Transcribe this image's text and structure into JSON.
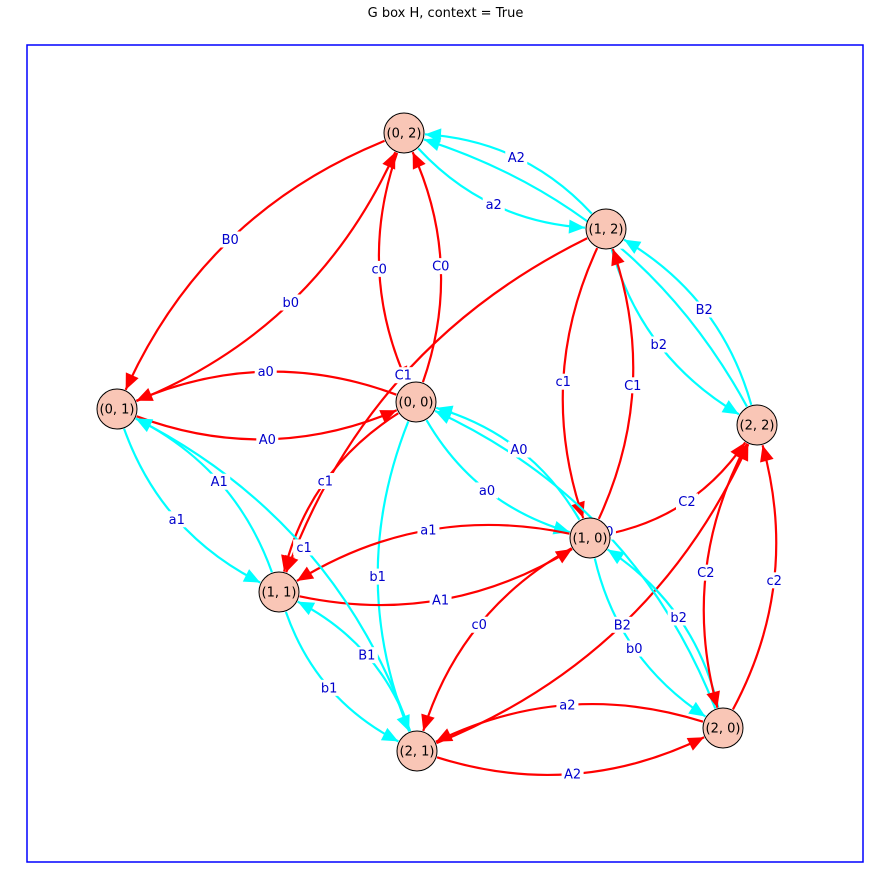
{
  "title": "G box H, context = True",
  "colors": {
    "red": "#ff0000",
    "cyan": "#00ffff",
    "node_fill": "#f9c6b6",
    "frame": "#0000ff",
    "label": "#0000cc"
  },
  "nodes": [
    {
      "id": "n00",
      "label": "(0, 0)"
    },
    {
      "id": "n01",
      "label": "(0, 1)"
    },
    {
      "id": "n02",
      "label": "(0, 2)"
    },
    {
      "id": "n10",
      "label": "(1, 0)"
    },
    {
      "id": "n11",
      "label": "(1, 1)"
    },
    {
      "id": "n12",
      "label": "(1, 2)"
    },
    {
      "id": "n20",
      "label": "(2, 0)"
    },
    {
      "id": "n21",
      "label": "(2, 1)"
    },
    {
      "id": "n22",
      "label": "(2, 2)"
    }
  ],
  "edges": [
    {
      "from": "n01",
      "to": "n00",
      "label": "A0",
      "color": "red"
    },
    {
      "from": "n00",
      "to": "n01",
      "label": "a0",
      "color": "red"
    },
    {
      "from": "n02",
      "to": "n01",
      "label": "B0",
      "color": "red"
    },
    {
      "from": "n01",
      "to": "n02",
      "label": "b0",
      "color": "red"
    },
    {
      "from": "n02",
      "to": "n00",
      "label": "c0",
      "color": "red"
    },
    {
      "from": "n00",
      "to": "n02",
      "label": "C0",
      "color": "red"
    },
    {
      "from": "n02",
      "to": "n12",
      "label": "a2",
      "color": "cyan"
    },
    {
      "from": "n12",
      "to": "n02",
      "label": "A2",
      "color": "cyan"
    },
    {
      "from": "n22",
      "to": "n02",
      "label": "c2",
      "color": "cyan"
    },
    {
      "from": "n12",
      "to": "n22",
      "label": "b2",
      "color": "cyan"
    },
    {
      "from": "n22",
      "to": "n12",
      "label": "B2",
      "color": "cyan"
    },
    {
      "from": "n12",
      "to": "n10",
      "label": "c1",
      "color": "red"
    },
    {
      "from": "n10",
      "to": "n12",
      "label": "C1",
      "color": "red"
    },
    {
      "from": "n00",
      "to": "n10",
      "label": "a0",
      "color": "cyan"
    },
    {
      "from": "n10",
      "to": "n00",
      "label": "A0",
      "color": "cyan"
    },
    {
      "from": "n00",
      "to": "n21",
      "label": "b1",
      "color": "cyan"
    },
    {
      "from": "n11",
      "to": "n10",
      "label": "A1",
      "color": "red"
    },
    {
      "from": "n10",
      "to": "n11",
      "label": "a1",
      "color": "red"
    },
    {
      "from": "n12",
      "to": "n11",
      "label": "C1",
      "color": "red"
    },
    {
      "from": "n00",
      "to": "n11",
      "label": "c1",
      "color": "red"
    },
    {
      "from": "n01",
      "to": "n11",
      "label": "a1",
      "color": "cyan"
    },
    {
      "from": "n11",
      "to": "n01",
      "label": "A1",
      "color": "cyan"
    },
    {
      "from": "n21",
      "to": "n01",
      "label": "c1",
      "color": "cyan"
    },
    {
      "from": "n11",
      "to": "n21",
      "label": "b1",
      "color": "cyan"
    },
    {
      "from": "n21",
      "to": "n11",
      "label": "B1",
      "color": "cyan"
    },
    {
      "from": "n10",
      "to": "n21",
      "label": "c0",
      "color": "red"
    },
    {
      "from": "n10",
      "to": "n22",
      "label": "C2",
      "color": "red"
    },
    {
      "from": "n21",
      "to": "n22",
      "label": "B2",
      "color": "red"
    },
    {
      "from": "n20",
      "to": "n10",
      "label": "b2",
      "color": "cyan"
    },
    {
      "from": "n10",
      "to": "n20",
      "label": "b0",
      "color": "cyan"
    },
    {
      "from": "n20",
      "to": "n00",
      "label": "B0",
      "color": "cyan"
    },
    {
      "from": "n21",
      "to": "n20",
      "label": "A2",
      "color": "red"
    },
    {
      "from": "n20",
      "to": "n21",
      "label": "a2",
      "color": "red"
    },
    {
      "from": "n20",
      "to": "n22",
      "label": "c2",
      "color": "red"
    },
    {
      "from": "n22",
      "to": "n20",
      "label": "C2",
      "color": "red"
    }
  ]
}
